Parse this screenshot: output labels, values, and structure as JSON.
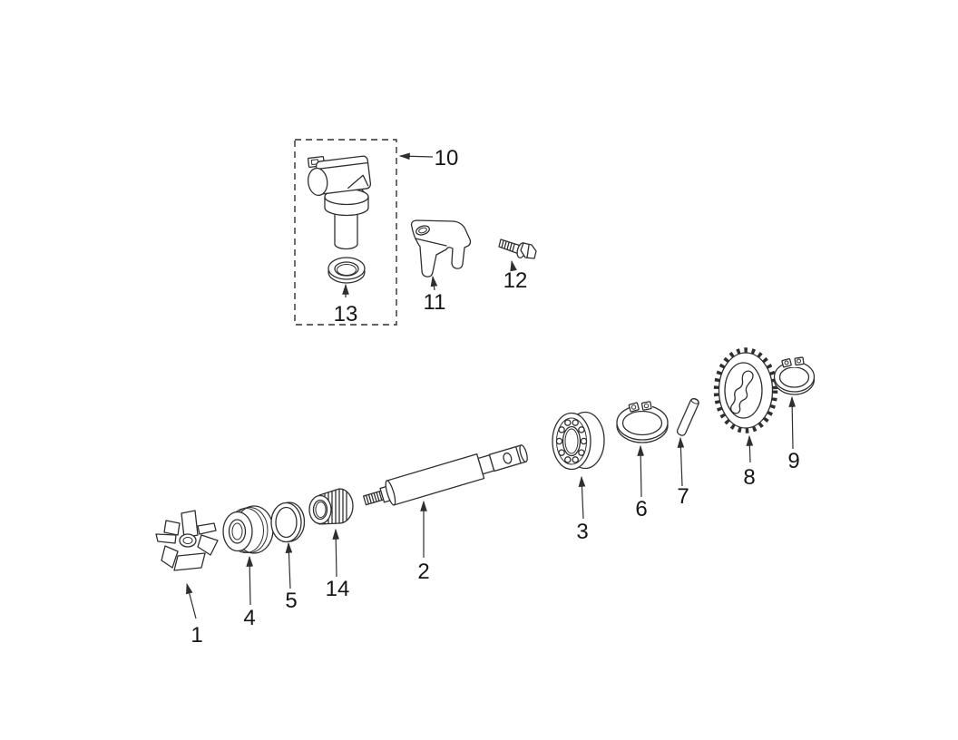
{
  "colors": {
    "background": "#ffffff",
    "line": "#2f2f2f",
    "label": "#161616"
  },
  "callouts": [
    {
      "label": "1",
      "part": "impeller"
    },
    {
      "label": "2",
      "part": "pump-shaft"
    },
    {
      "label": "3",
      "part": "ball-bearing"
    },
    {
      "label": "4",
      "part": "mechanical-seal"
    },
    {
      "label": "5",
      "part": "seal-ring"
    },
    {
      "label": "6",
      "part": "snap-ring-large"
    },
    {
      "label": "7",
      "part": "dowel-pin"
    },
    {
      "label": "8",
      "part": "drive-gear"
    },
    {
      "label": "9",
      "part": "snap-ring-small"
    },
    {
      "label": "10",
      "part": "sensor-assembly"
    },
    {
      "label": "11",
      "part": "bracket"
    },
    {
      "label": "12",
      "part": "flange-bolt"
    },
    {
      "label": "13",
      "part": "o-ring-washer"
    },
    {
      "label": "14",
      "part": "needle-bearing"
    }
  ]
}
